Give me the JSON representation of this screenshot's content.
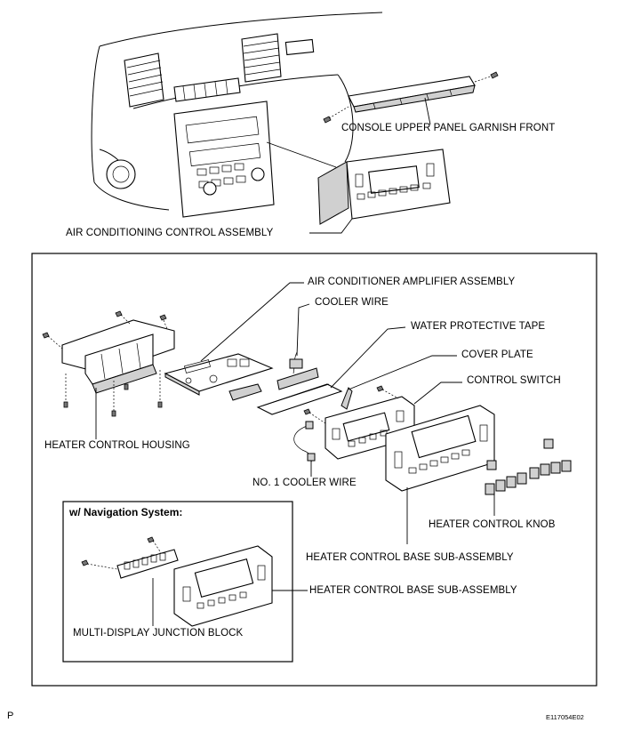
{
  "labels": {
    "console_garnish": "CONSOLE UPPER PANEL GARNISH FRONT",
    "ac_control_assembly": "AIR CONDITIONING CONTROL ASSEMBLY",
    "ac_amplifier": "AIR CONDITIONER AMPLIFIER ASSEMBLY",
    "cooler_wire": "COOLER WIRE",
    "water_tape": "WATER PROTECTIVE TAPE",
    "cover_plate": "COVER PLATE",
    "control_switch": "CONTROL SWITCH",
    "heater_housing": "HEATER CONTROL HOUSING",
    "no1_cooler_wire": "NO. 1 COOLER WIRE",
    "heater_knob": "HEATER CONTROL KNOB",
    "heater_base_1": "HEATER CONTROL BASE SUB-ASSEMBLY",
    "heater_base_2": "HEATER CONTROL BASE SUB-ASSEMBLY",
    "multi_display": "MULTI-DISPLAY JUNCTION BLOCK"
  },
  "inset_title": "w/ Navigation System:",
  "corner_left": "P",
  "corner_right": "E117054E02"
}
